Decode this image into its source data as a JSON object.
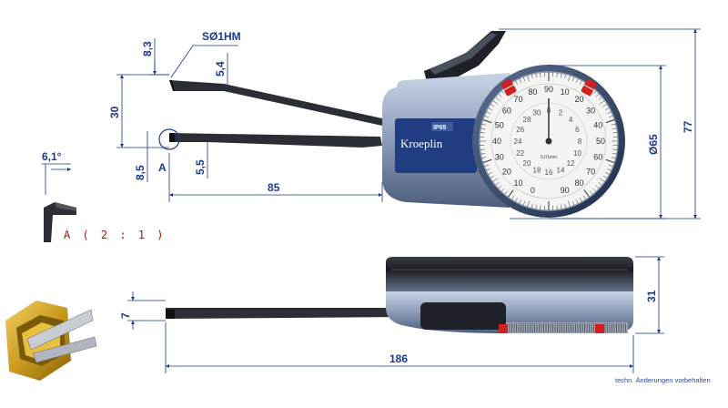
{
  "dimensions": {
    "d_8_3": "8,3",
    "sphere": "SØ1HM",
    "d_5_4": "5,4",
    "d_30": "30",
    "d_8_5": "8,5",
    "detail_marker": "A",
    "d_5_5": "5,5",
    "d_85": "85",
    "d_65": "Ø65",
    "d_77": "77",
    "d_7": "7",
    "d_31": "31",
    "d_186": "186",
    "angle": "6,1°"
  },
  "detail_label": "A ( 2 : 1 )",
  "brand": "Kroeplin",
  "ip_rating": "IP65",
  "dial": {
    "outer_numbers": [
      "0",
      "10",
      "20",
      "30",
      "40",
      "50",
      "60",
      "70",
      "80",
      "90",
      "10",
      "20",
      "30",
      "40",
      "50",
      "60",
      "70",
      "80",
      "90"
    ],
    "inner_numbers": [
      "0",
      "2",
      "4",
      "6",
      "8",
      "10",
      "12",
      "14",
      "16",
      "18",
      "20",
      "22",
      "24",
      "26",
      "28",
      "30"
    ],
    "unit_text": "0,01mm"
  },
  "footer_note": "techn. Änderungen vorbehalten",
  "colors": {
    "dimension": "#1b3a8c",
    "housing": "#8a9cb8",
    "label_plate": "#1f3d80",
    "accent_red": "#d02020",
    "gold": "#c99a1f"
  }
}
